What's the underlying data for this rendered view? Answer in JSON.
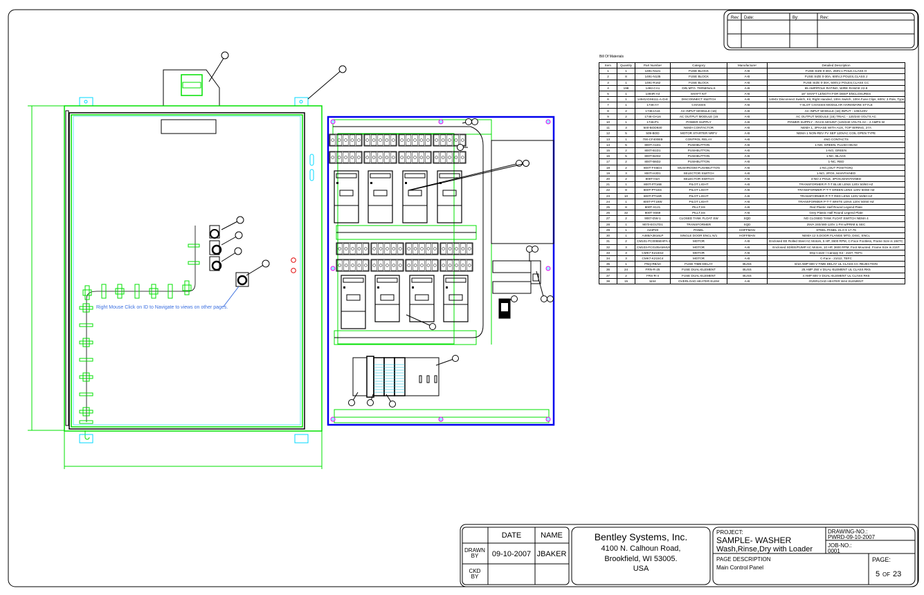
{
  "revision_block": {
    "headers": [
      "Rev:",
      "Date:",
      "By:",
      "Rev:"
    ]
  },
  "drawing": {
    "note": "Right Mouse Click on ID to Navigate to views on other pages.",
    "colors": {
      "enclosure": "#00e000",
      "panel": "#0000ee",
      "balloon_text": "#e00000",
      "note": "#3a6fe0",
      "hardware": "#00d8ff"
    }
  },
  "bom": {
    "title": "Bill Of Materials",
    "columns": [
      "Item",
      "Quantity",
      "Part Number",
      "Category",
      "Manufacturer",
      "Detailed Description"
    ],
    "rows": [
      [
        "1",
        "1",
        "1491-N121",
        "FUSE BLOCK",
        "A-B",
        "FUSE SIZE 0-30A, 250V,1 POLE,CLASS H"
      ],
      [
        "2",
        "8",
        "1491-N135",
        "FUSE BLOCK",
        "A-B",
        "FUSE SIZE 0-30A, 600V,3 POLES,CLASS J"
      ],
      [
        "3",
        "1",
        "1491-R162",
        "FUSE BLOCK",
        "A-B",
        "FUSE SIZE 0-30A, 600V,2 POLES,CLASS CC"
      ],
      [
        "4",
        "198",
        "1492-CA1",
        "DIN MTG. TERMINALS",
        "A-B",
        "65 AMP/POLE RATING, WIRE RANGE 22-8"
      ],
      [
        "5",
        "1",
        "1494R-A4",
        "SHAFT KIT",
        "A-B",
        "18\" SHAFT LENGTH FOR DEEP ENCLOSURES"
      ],
      [
        "6",
        "1",
        "1494V-DS6111-A-D-E",
        "DISCONNECT SWITCH",
        "A-B",
        "1494V Disconnect Switch, Kit, Right Handed, 100A Switch, 100A Fuse Clips, 600V, 3 Pole, Type R"
      ],
      [
        "7",
        "1",
        "1746-A7",
        "CHASSIS",
        "A-B",
        "7-SLOT CHASSIS-MODULAR HARDWARE STYLE"
      ],
      [
        "8",
        "2",
        "1746-IA16",
        "AC INPUT MODULE (16)",
        "A-B",
        "AC INPUT MODULE (16) INPUT - 100/120V"
      ],
      [
        "9",
        "2",
        "1746-OA16",
        "AC OUTPUT MODULE (16",
        "A-B",
        "AC OUTPUT MODULE (16) TRIAC - 120/240 VOLTS AC"
      ],
      [
        "10",
        "1",
        "1746-P1",
        "POWER SUPPLY",
        "A-B",
        "POWER SUPPLY - RACK MOUNT (120/240 VOLTS AC - 2 AMPS W"
      ],
      [
        "11",
        "3",
        "500-BOD930",
        "NEMA CONTACTOR",
        "A-B",
        "NEMA 1, 3PHASE WITH AUX, TOP WIRING, 27A"
      ],
      [
        "12",
        "5",
        "509-BOD",
        "MOTOR STARTER NRFV",
        "A-B",
        "NEMA 1 NON-REV FV SEP 120VAC COIL OPEN TYPE"
      ],
      [
        "13",
        "1",
        "700-CF400EB",
        "CONTROL RELAY",
        "A-B",
        "4NO CONTACTS"
      ],
      [
        "14",
        "5",
        "800T-A1D1",
        "PUSHBUTTON",
        "A-B",
        "1-NO, GREEN, FLUSH HEAD"
      ],
      [
        "15",
        "2",
        "800T-B1D1",
        "PUSHBUTTON",
        "A-B",
        "1-NO, GREEN"
      ],
      [
        "16",
        "5",
        "800T-B2D2",
        "PUSHBUTTON",
        "A-B",
        "1-NC, BLACK"
      ],
      [
        "17",
        "2",
        "800T-B6D2",
        "PUSHBUTTON",
        "A-B",
        "1-NC, RED"
      ],
      [
        "18",
        "2",
        "800T-FX6D4",
        "MUSHROOM PUSHBUTTON",
        "A-B",
        "1-NC,(OUT POSITION)"
      ],
      [
        "19",
        "3",
        "800T-H2D1",
        "SELECTOR SWITCH",
        "A-B",
        "1-NO, 2POS, MAINTAINED"
      ],
      [
        "20",
        "2",
        "800T-H2A",
        "SELECTOR SWITCH",
        "A-B",
        "4-NO 2 POLE, 3POS,MAINTAINED"
      ],
      [
        "21",
        "1",
        "800T-PT16B",
        "PILOT LIGHT",
        "A-B",
        "TRANSFORMER P-T-T BLUE LENS 120V 50/60 HZ"
      ],
      [
        "22",
        "8",
        "800T-PT16G",
        "PILOT LIGHT",
        "A-B",
        "TRANSFORMER P-T-T GREEN LENS 120V 50/60 HZ"
      ],
      [
        "23",
        "10",
        "800T-PT16R",
        "PILOT LIGHT",
        "A-B",
        "TRANSFORMER P-T-T RED LENS 120V 50/60 HZ"
      ],
      [
        "24",
        "1",
        "800T-PT16W",
        "PILOT LIGHT",
        "A-B",
        "TRANSFORMER P-T-T WHITE LENS 120V 50/60 HZ"
      ],
      [
        "25",
        "8",
        "800T-X121",
        "PILLT,SS",
        "A-B",
        "Red Plastic Half Round Legend Plate"
      ],
      [
        "26",
        "32",
        "800T-X559",
        "PILLT,SS",
        "A-B",
        "Grey Plastic Half Round Legend Plate"
      ],
      [
        "27",
        "2",
        "9007-DW-1",
        "CLOSED TANK FLOAT SW",
        "SQD",
        "NO CLOSED TANK FLOAT SWITCH NEMA 4"
      ],
      [
        "28",
        "1",
        "9070-EO1TD1",
        "TRANSFORMER",
        "SQD",
        "25VA 240/480-120V 1 PH w/PRIM & SEC"
      ],
      [
        "29",
        "1",
        "A24P20",
        "PANEL",
        "HOFFMAN",
        "STEEL PANEL 21.0 X 17.76"
      ],
      [
        "30",
        "1",
        "A485/A3816LP",
        "SINGLE DOOR ENCL N/1",
        "HOFFMAN",
        "NEMA 12 S.DOOR FLANGE MTD, DISC, ENCL"
      ],
      [
        "31",
        "2",
        "CM101-FC0055EHFA-116",
        "MOTOR",
        "A-B",
        "Enclosed EE Rolled Steel AC Motors, 5 HP, 3600 RPM, C-Face Footless, Frame Size is 184TC"
      ],
      [
        "32",
        "3",
        "CM103-FC0105AMHVA-116",
        "MOTOR",
        "A-B",
        "Enclosed SD/EE/PUMP AC Motors, 10 HP, 3600 RPM, Foot Mounted, Frame Size is 215T"
      ],
      [
        "33",
        "3",
        "CMK7-K215G2",
        "MOTOR",
        "A-B",
        "Drip Cover / Canopy Kit - 215T, TEFC"
      ],
      [
        "34",
        "3",
        "CMK7-K215C4",
        "MOTOR",
        "A-B",
        "C-Face - 210JJ, TEFC"
      ],
      [
        "35",
        "1",
        "FNQ-R8/10",
        "FUSE TIME-DELAY",
        "BUSS",
        "8/10 AMP 600 V TIME DELAY UL CLASS CC REJECTION"
      ],
      [
        "36",
        "24",
        "FRN-R-25",
        "FUSE DUAL-ELEMENT",
        "BUSS",
        "25 AMP 250 V DUAL-ELEMENT UL CLASS RK5"
      ],
      [
        "37",
        "2",
        "FRS-R-4",
        "FUSE DUAL-ELEMENT",
        "BUSS",
        "4 AMP 600 V DUAL-ELEMENT UL CLASS RK5"
      ],
      [
        "38",
        "15",
        "W44",
        "OVERLOAD HEATER ELEM",
        "A-B",
        "OVERLOAD HEATER W44 ELEMENT"
      ]
    ]
  },
  "title_block": {
    "date_header": "DATE",
    "name_header": "NAME",
    "drawn_label": [
      "DRAWN",
      "BY"
    ],
    "drawn_date": "09-10-2007",
    "drawn_name": "JBAKER",
    "ckd_label": [
      "CKD",
      "BY"
    ],
    "company": "Bentley Systems, Inc.",
    "address1": "4100 N. Calhoun Road,",
    "address2": "Brookfield, WI 53005.",
    "country": "USA",
    "project_label": "PROJECT:",
    "project_name": "SAMPLE- WASHER",
    "project_desc": "Wash,Rinse,Dry with Loader",
    "drawing_no_label": "DRAWING-NO.:",
    "drawing_no": "PWRD-09-10-2007",
    "job_no_label": "JOB-NO.:",
    "job_no": "0001",
    "page_desc_label": "PAGE DESCRIPTION",
    "page_desc": "Main Control Panel",
    "page_label": "PAGE:",
    "page_current": "5",
    "page_of": "OF",
    "page_total": "23"
  }
}
